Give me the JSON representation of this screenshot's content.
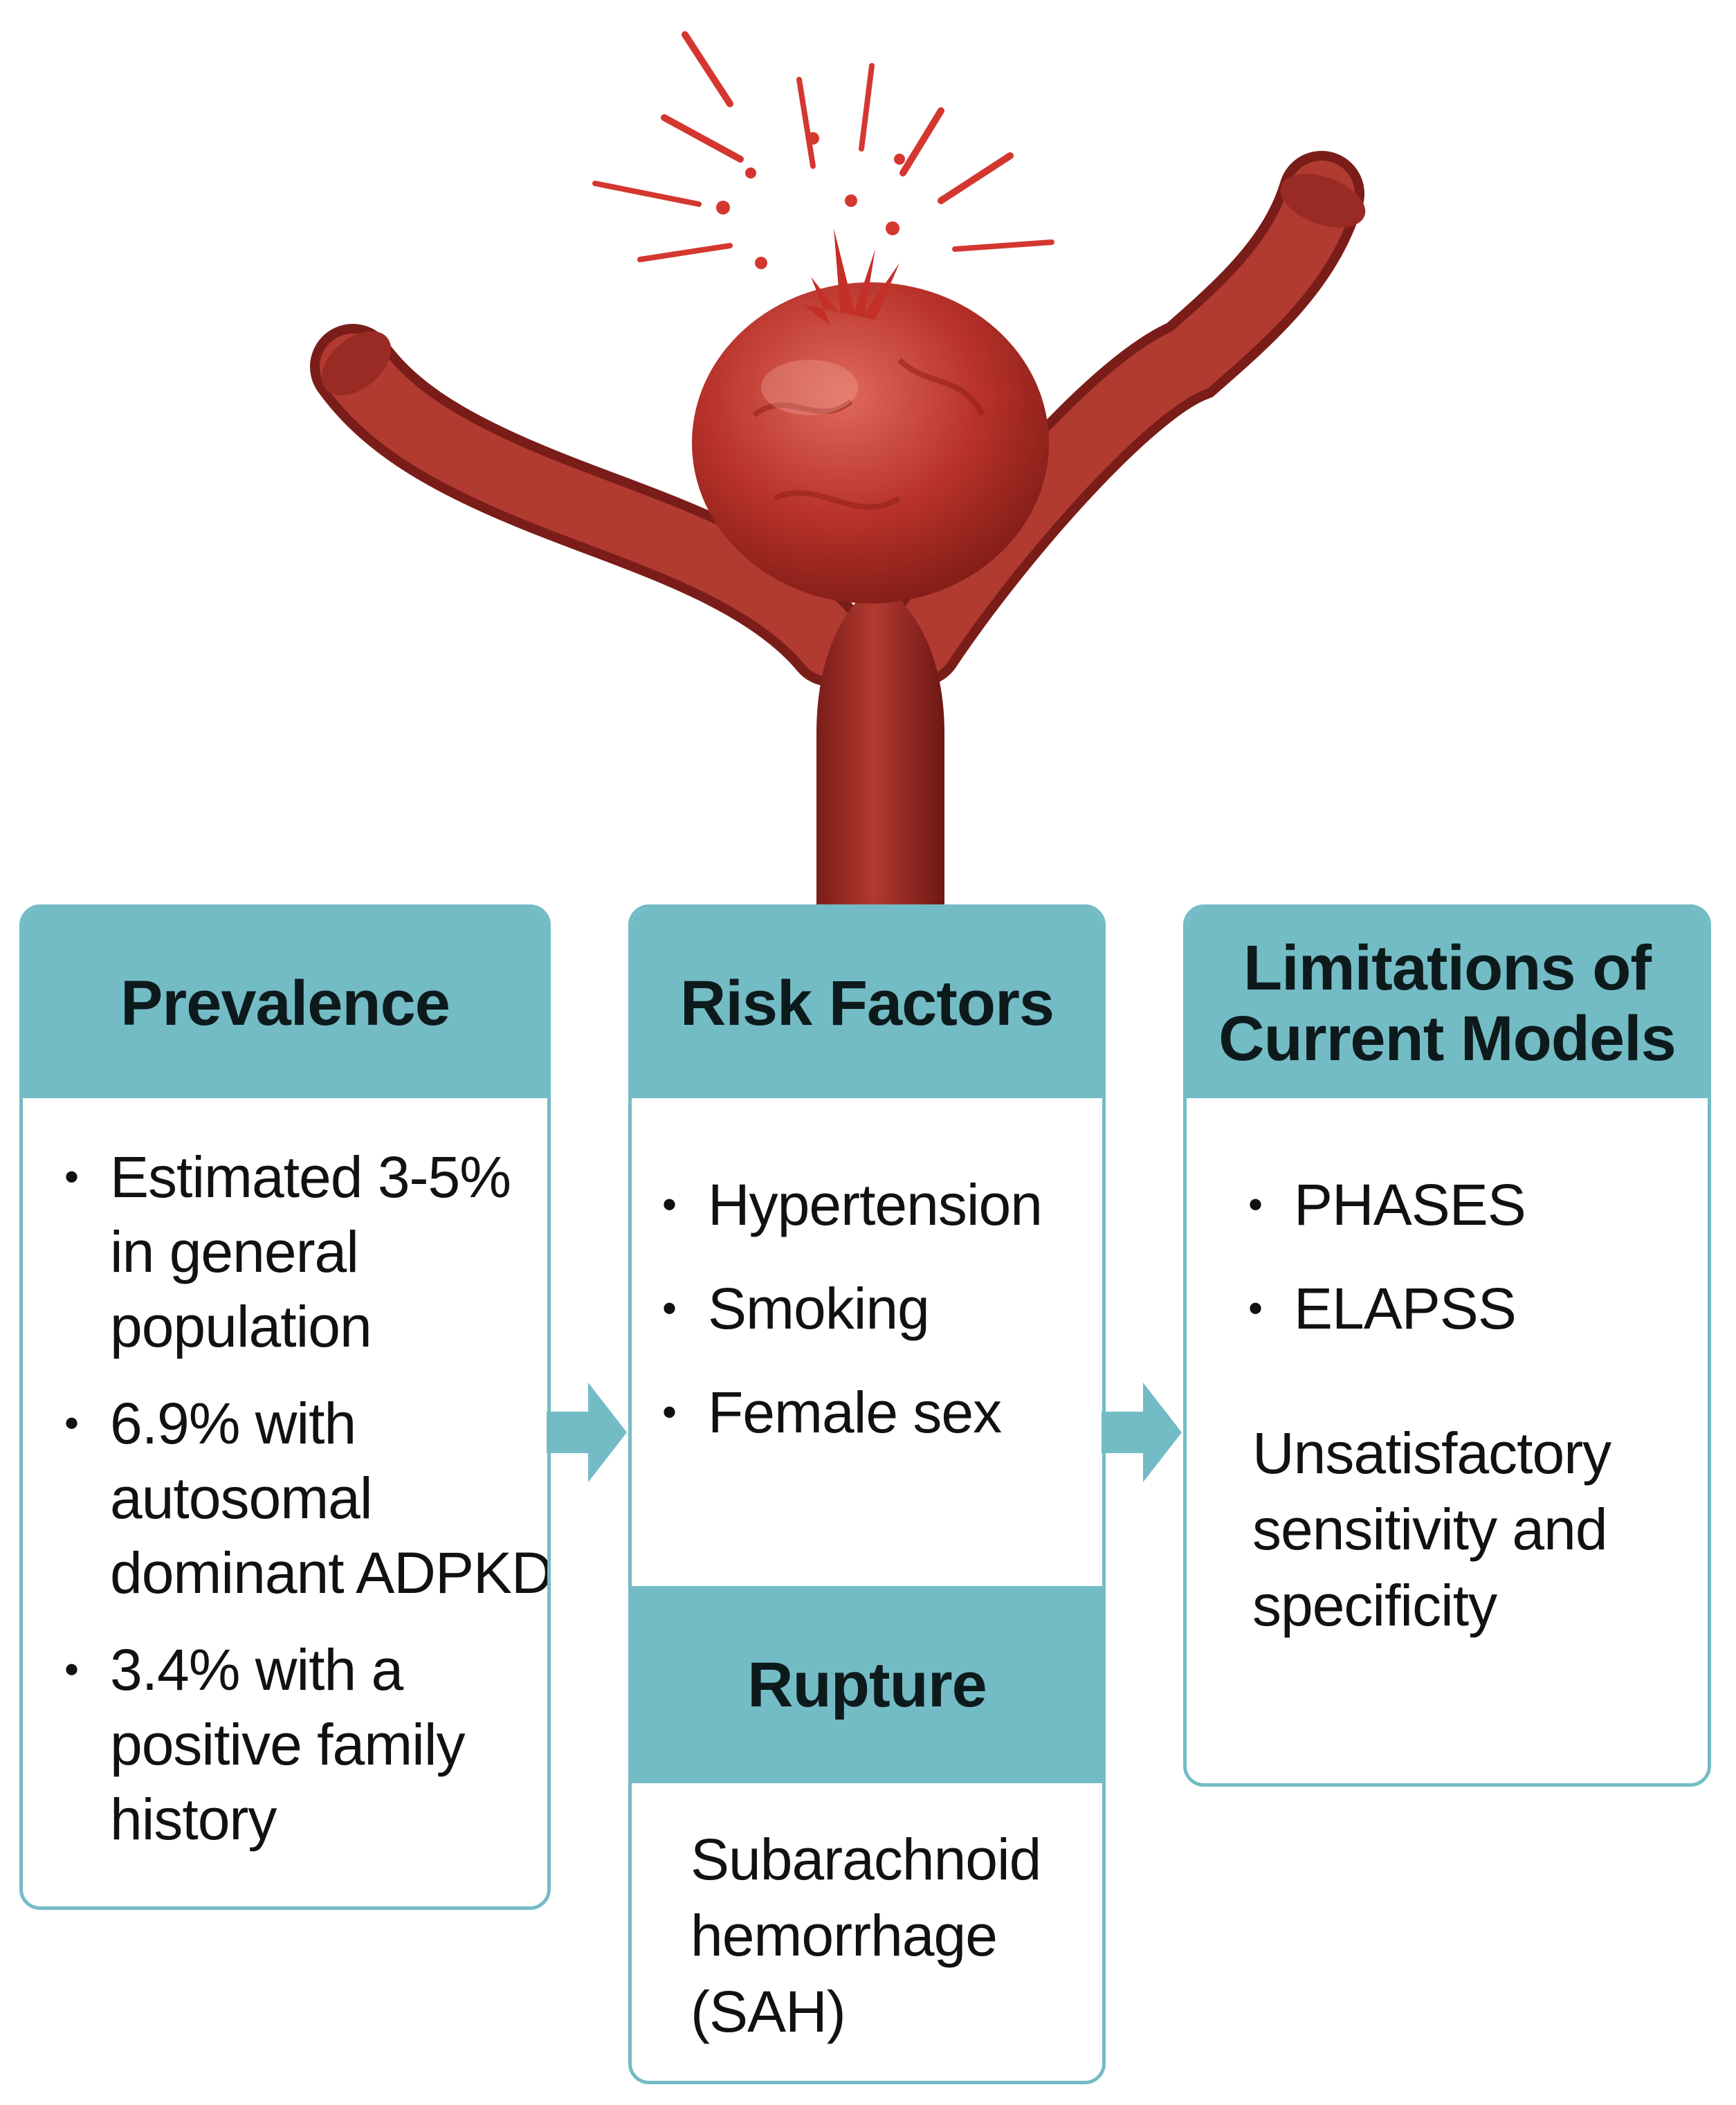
{
  "colors": {
    "panel_teal": "#74bcc5",
    "vessel_red": "#a8302a",
    "blood_red": "#d4372f"
  },
  "illustration": {
    "subject": "ruptured-aneurysm-on-branching-artery"
  },
  "prevalence": {
    "title": "Prevalence",
    "items": [
      "Estimated 3-5% in general population",
      "6.9% with autosomal dominant ADPKD",
      "3.4% with a positive family history"
    ]
  },
  "risk_factors": {
    "title": "Risk Factors",
    "items": [
      "Hypertension",
      "Smoking",
      "Female sex"
    ]
  },
  "rupture": {
    "title": "Rupture",
    "text": "Subarachnoid hemorrhage (SAH)"
  },
  "limitations": {
    "title": "Limitations of Current Models",
    "items": [
      "PHASES",
      "ELAPSS"
    ],
    "note": "Unsatisfactory sensitivity and specificity"
  }
}
